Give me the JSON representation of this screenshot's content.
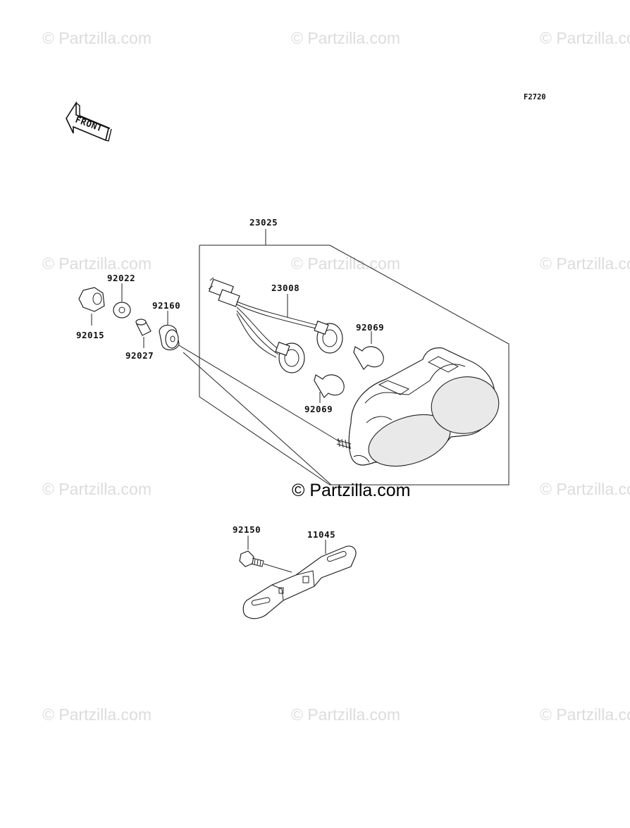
{
  "figure_code": "F2720",
  "front_label": "FRONT",
  "watermark_text": "© Partzilla.com",
  "copyright_text": "© Partzilla.com",
  "callouts": {
    "p23025": "23025",
    "p23008": "23008",
    "p92022": "92022",
    "p92015": "92015",
    "p92160": "92160",
    "p92027": "92027",
    "p92069_upper": "92069",
    "p92069_lower": "92069",
    "p92150": "92150",
    "p11045": "11045"
  },
  "colors": {
    "line": "#222222",
    "watermark": "#dcdcdc",
    "background": "#ffffff"
  }
}
